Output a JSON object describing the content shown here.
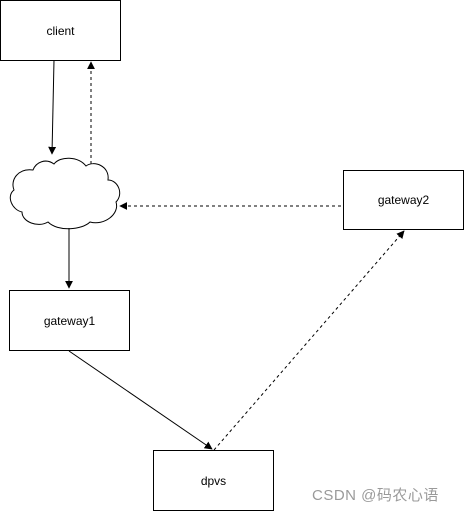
{
  "diagram": {
    "nodes": {
      "client": "client",
      "gateway2": "gateway2",
      "gateway1": "gateway1",
      "dpvs": "dpvs"
    },
    "cloud": {
      "label": ""
    },
    "edges": [
      {
        "from": "client",
        "to": "cloud",
        "style": "solid"
      },
      {
        "from": "cloud",
        "to": "client",
        "style": "dashed"
      },
      {
        "from": "gateway2",
        "to": "cloud",
        "style": "dashed"
      },
      {
        "from": "cloud",
        "to": "gateway1",
        "style": "solid"
      },
      {
        "from": "gateway1",
        "to": "dpvs",
        "style": "solid"
      },
      {
        "from": "dpvs",
        "to": "gateway2",
        "style": "dashed"
      }
    ]
  },
  "watermark": "CSDN @码农心语"
}
